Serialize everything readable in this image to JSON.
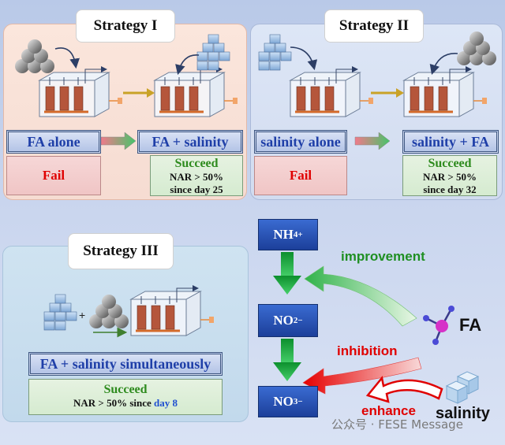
{
  "strategies": [
    {
      "title": "Strategy I",
      "step1": "FA alone",
      "result1": "Fail",
      "step2": "FA + salinity",
      "result2": "Succeed",
      "nar": "NAR > 50%",
      "since": "since day 25"
    },
    {
      "title": "Strategy II",
      "step1": "salinity alone",
      "result1": "Fail",
      "step2": "salinity + FA",
      "result2": "Succeed",
      "nar": "NAR > 50%",
      "since": "since day 32"
    },
    {
      "title": "Strategy III",
      "step": "FA + salinity simultaneously",
      "result": "Succeed",
      "nar": "NAR > 50% since",
      "day": "day 8"
    }
  ],
  "icons": {
    "nacl": "NaCl",
    "nh3": "NH3",
    "plus": "+"
  },
  "pathway": {
    "ion1": "NH",
    "ion1_sub": "4",
    "ion1_sup": "+",
    "ion2": "NO",
    "ion2_sub": "2",
    "ion2_sup": "−",
    "ion3": "NO",
    "ion3_sub": "3",
    "ion3_sup": "−",
    "improvement": "improvement",
    "inhibition": "inhibition",
    "enhance": "enhance",
    "fa": "FA",
    "salinity": "salinity"
  },
  "watermark": "公众号 · FESE Message",
  "colors": {
    "improvement": "#1f8f22",
    "inhibition": "#e00000",
    "enhance": "#e00000",
    "arrow_green": "#2fb24a",
    "ion_blue": "#2a55b8"
  }
}
